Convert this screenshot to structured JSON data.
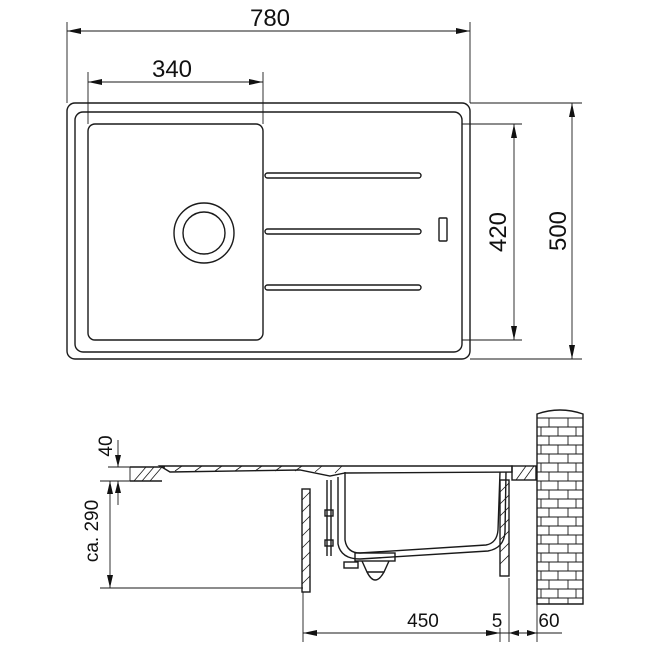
{
  "top_view": {
    "dim_overall_width": "780",
    "dim_bowl_width": "340",
    "dim_bowl_depth": "420",
    "dim_overall_depth": "500"
  },
  "side_view": {
    "dim_rim_thickness": "40",
    "dim_under_depth": "ca. 290",
    "dim_cabinet": "450",
    "dim_gap": "5",
    "dim_wall": "60"
  }
}
